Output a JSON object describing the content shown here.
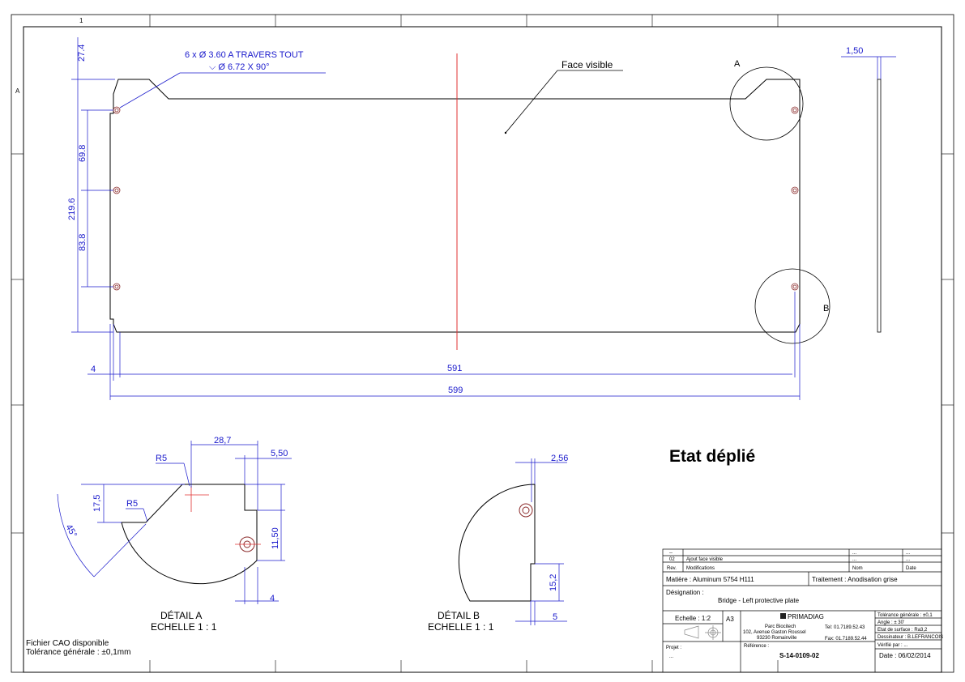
{
  "drawing": {
    "title_unfolded": "Etat déplié",
    "face_label": "Face visible",
    "hole_callout_line1": "6 x Ø 3.60 A TRAVERS TOUT",
    "hole_callout_line2": "⌵ Ø 6.72 X 90°",
    "detail_a_letter": "A",
    "detail_b_letter": "B",
    "border_row_letter": "A",
    "border_col_number": "1",
    "cad_note_line1": "Fichier CAO disponible",
    "cad_note_line2": "Tolérance générale : ±0,1mm"
  },
  "dimensions": {
    "top_offset": "27.4",
    "hole_spacing_upper": "69.8",
    "hole_spacing_lower": "83.8",
    "overall_height": "219.6",
    "inner_width": "591",
    "overall_width": "599",
    "edge_offset": "4",
    "thickness": "1,50"
  },
  "detail_a": {
    "label": "DÉTAIL A",
    "scale": "ECHELLE 1 : 1",
    "dim_28_7": "28,7",
    "dim_5_50": "5,50",
    "dim_17_5": "17,5",
    "dim_11_50": "11,50",
    "dim_4": "4",
    "radius_top": "R5",
    "radius_inner": "R5",
    "angle": "45°"
  },
  "detail_b": {
    "label": "DÉTAIL B",
    "scale": "ECHELLE 1 : 1",
    "dim_2_56": "2,56",
    "dim_15_2": "15,2",
    "dim_5": "5"
  },
  "title_block": {
    "rev_dots": "--",
    "rev_num": "02",
    "rev_desc": "Ajout face visible",
    "rev_header": "Rev.",
    "mod_header": "Modifications",
    "nom_header": "Nom",
    "date_header": "Date",
    "dots": "...",
    "matiere": "Matière : Aluminum 5754 H111",
    "traitement": "Traitement : Anodisation grise",
    "designation_label": "Désignation :",
    "designation": "Bridge - Left protective plate",
    "echelle": "Echelle : 1:2",
    "format": "A3",
    "company": "PRIMADIAG",
    "address1": "Parc Biocitech",
    "address2": "102, Avenue Gaston Roussel",
    "address3": "93230 Romainville",
    "tel": "Tel: 01.7189.52.43",
    "fax": "Fax: 01.7189.52.44",
    "tolerance": "Tolérance générale : ±0,1",
    "angle": "Angle : ± 30'",
    "surface": "Etat de surface : Ra3,2",
    "dessinateur": "Dessinateur : B.LEFRANCOIS",
    "verifie": "Vérifié par : ...",
    "projet_label": "Projet :",
    "projet_value": "...",
    "reference_label": "Référence :",
    "reference": "S-14-0109-02",
    "date": "Date : 06/02/2014"
  },
  "colors": {
    "dimension": "#1a1acc",
    "centerline": "#e03030",
    "outline": "#000000"
  }
}
